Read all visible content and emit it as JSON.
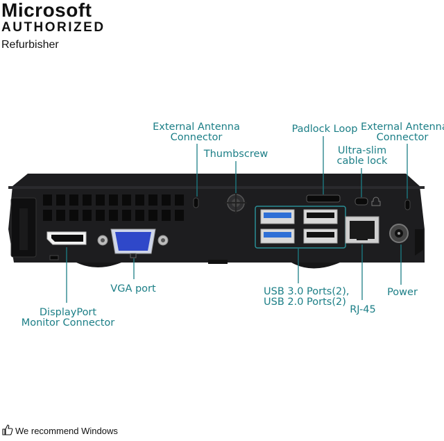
{
  "brand": {
    "line1": "Microsoft",
    "line2": "AUTHORIZED",
    "line3": "Refurbisher"
  },
  "callouts": {
    "ext_antenna_left": [
      "External Antenna",
      "Connector"
    ],
    "thumbscrew": "Thumbscrew",
    "padlock_loop": "Padlock Loop",
    "ultra_slim_lock": [
      "Ultra-slim",
      "cable lock"
    ],
    "ext_antenna_right": [
      "External Antenna",
      "Connector"
    ],
    "vga_port": "VGA port",
    "usb_ports": [
      "USB 3.0 Ports(2),",
      "USB 2.0 Ports(2)"
    ],
    "rj45": "RJ-45",
    "power": "Power",
    "displayport": [
      "DisplayPort",
      "Monitor Connector"
    ]
  },
  "footer": {
    "text": "We recommend Windows"
  },
  "colors": {
    "label": "#1b7e86",
    "chassis": "#1d1d1f",
    "usb_blue": "#2f6fd6",
    "vga_blue": "#2f48c9"
  }
}
